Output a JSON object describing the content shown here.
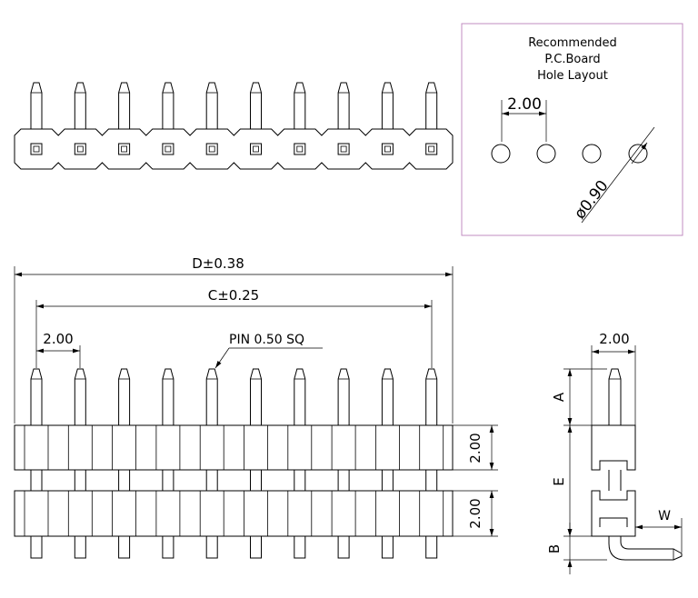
{
  "pcb_layout": {
    "title_line1": "Recommended",
    "title_line2": "P.C.Board",
    "title_line3": "Hole Layout",
    "pitch": "2.00",
    "hole_diameter": "ø0.90"
  },
  "front_view": {
    "dim_d": "D±0.38",
    "dim_c": "C±0.25",
    "pitch": "2.00",
    "pin_note": "PIN 0.50 SQ",
    "row_height_1": "2.00",
    "row_height_2": "2.00"
  },
  "side_view": {
    "pitch": "2.00",
    "dim_a": "A",
    "dim_e": "E",
    "dim_b": "B",
    "dim_w": "W"
  },
  "colors": {
    "line": "#000000",
    "layout_frame": "#c08cc0"
  }
}
